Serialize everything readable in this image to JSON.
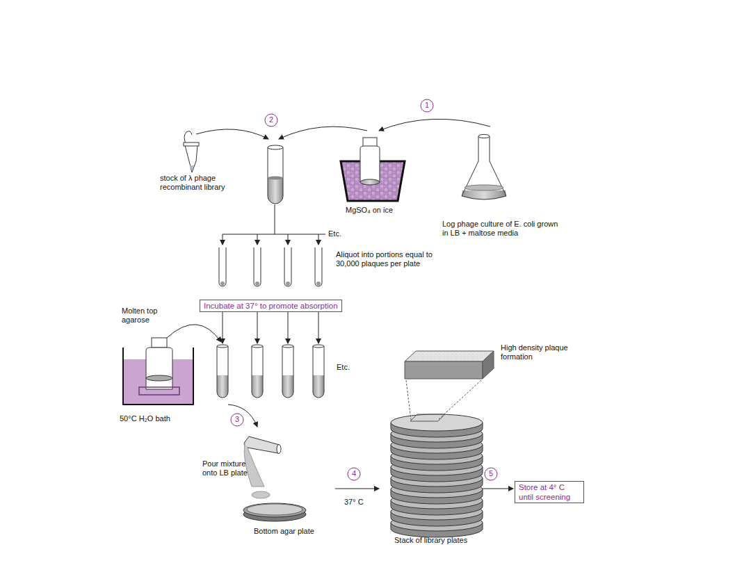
{
  "diagram": {
    "nodes": [
      {
        "text": [
          "Incubate at 37° to promote absorption"
        ]
      },
      {
        "text": [
          "Store at 4° C until screening"
        ]
      }
    ],
    "labels": [
      "1",
      "2",
      "stock of λ phage recombinant library",
      "MgSO₄ on ice",
      "Log phage culture of E. coli grown in LB + maltose media",
      "Etc.",
      "Aliquot into portions equal to  30,000 plaques per plate",
      "Molten top agarose",
      "Etc.",
      "High density plaque formation",
      "50°C H₂O bath",
      "3",
      "Pour mixture onto LB plate",
      "4",
      "37° C",
      "Bottom agar plate",
      "5",
      "Stack of library plates"
    ]
  }
}
